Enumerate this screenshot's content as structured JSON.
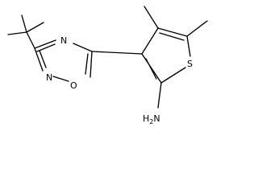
{
  "atoms": {
    "n_oxadiazole_top": "N",
    "n_oxadiazole_bottom": "N",
    "o_oxadiazole": "O",
    "s_thiophene": "S",
    "amine_h": "H",
    "amine_sub": "2",
    "amine_n": "N"
  },
  "colors": {
    "bond": "#000000",
    "label": "#000000",
    "background": "#ffffff"
  }
}
